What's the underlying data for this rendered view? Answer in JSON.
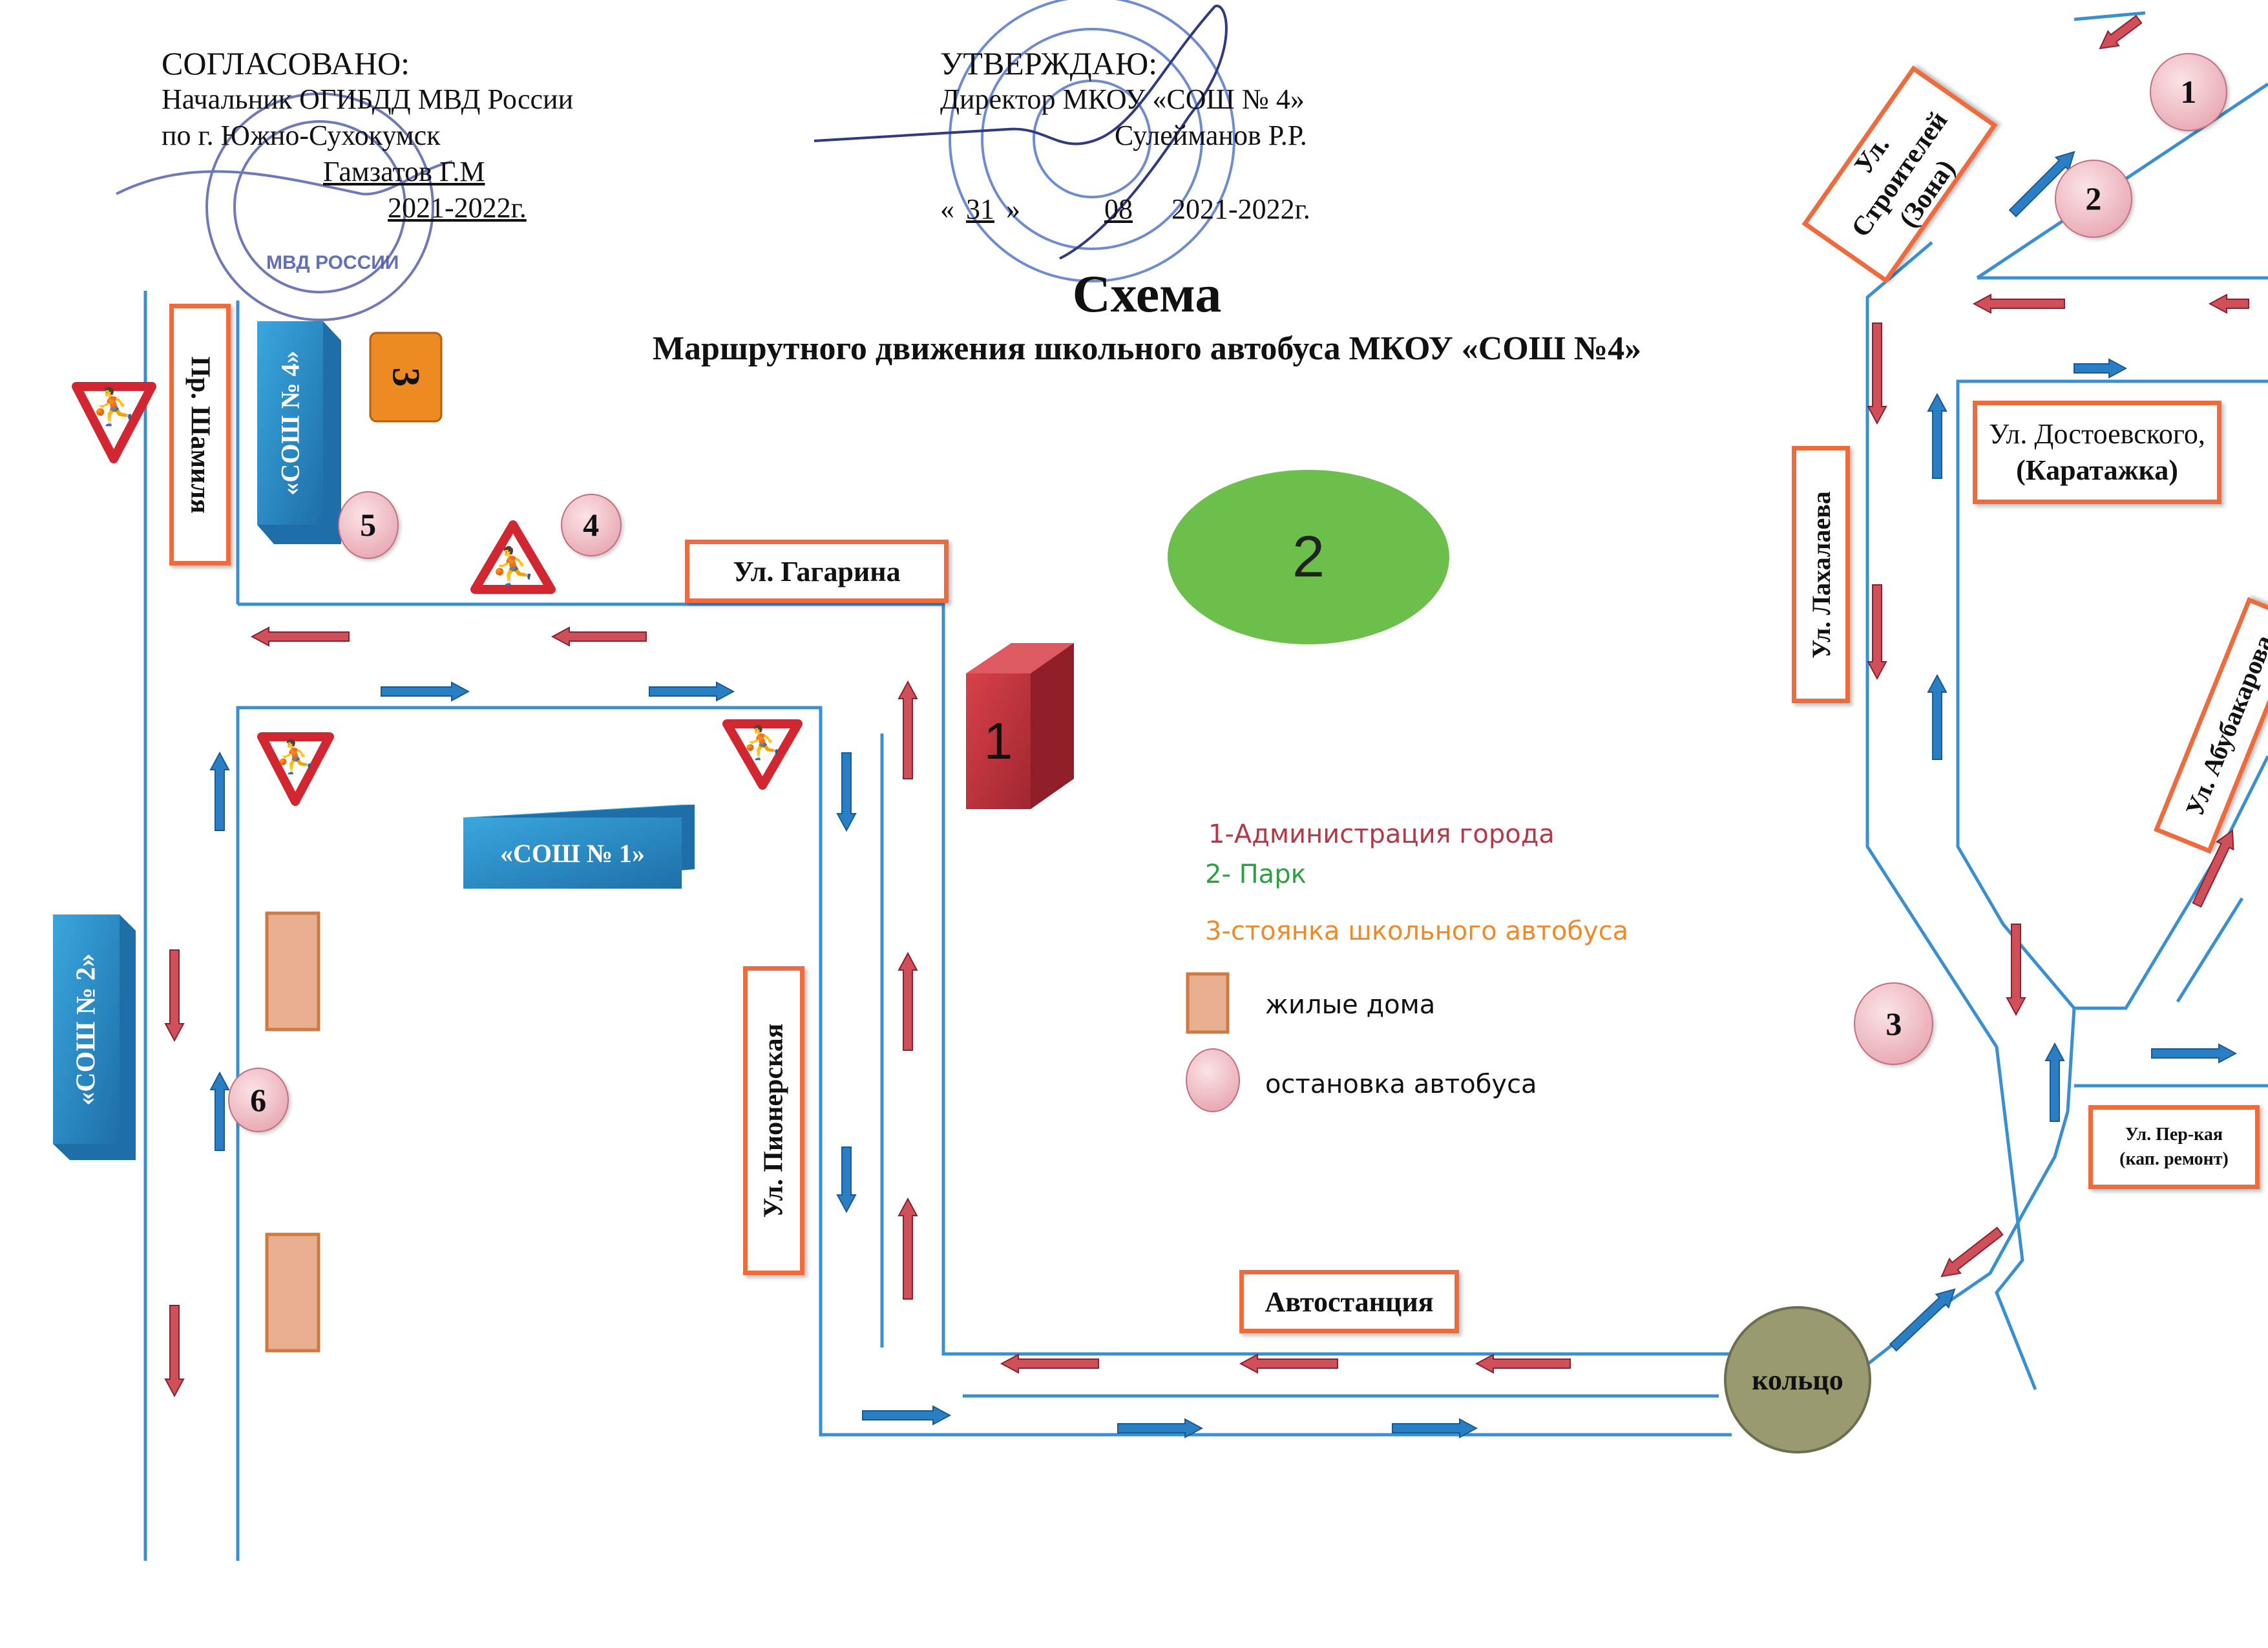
{
  "header": {
    "approved_title": "СОГЛАСОВАНО:",
    "approved_line1": "Начальник ОГИБДД МВД России",
    "approved_line2": "по г. Южно-Сухокумск",
    "approved_name": "Гамзатов Г.М",
    "approved_date": "2021-2022г.",
    "affirm_title": "УТВЕРЖДАЮ:",
    "affirm_line1": "Директор МКОУ «СОШ № 4»",
    "affirm_name": "Сулейманов  Р.Р.",
    "affirm_date_prefix": "«",
    "affirm_day": "31",
    "affirm_mid": "»",
    "affirm_month": "08",
    "affirm_date": "2021-2022г."
  },
  "seal_left_text": "МВД РОССИИ",
  "title": "Схема",
  "subtitle": "Маршрутного движения школьного автобуса МКОУ «СОШ №4»",
  "streets": {
    "shamil": "Пр. Шамиля",
    "gagarin": "Ул. Гагарина",
    "pioneer": "Ул. Пионерская",
    "bus_station": "Автостанция",
    "lakhalaeva": "Ул. Лахалаева",
    "stroiteley_1": "Ул. Строителей",
    "stroiteley_2": "(Зона)",
    "dostoevsky_1": "Ул. Достоевского,",
    "dostoevsky_2": "(Каратажка)",
    "abubakarova": "Ул. Абубакарова",
    "perekay_1": "Ул. Пер-кая",
    "perekay_2": "(кап. ремонт)"
  },
  "buildings": {
    "school4": "«СОШ № 4»",
    "school1": "«СОШ № 1»",
    "school2": "«СОШ № 2»",
    "admin_num": "1",
    "parking_num": "3",
    "park_num": "2",
    "roundabout": "кольцо"
  },
  "stops": [
    "1",
    "2",
    "3",
    "4",
    "5",
    "6"
  ],
  "legend": {
    "admin": "1-Администрация города",
    "park": "2- Парк",
    "parking": "3-стоянка школьного автобуса",
    "houses": "жилые дома",
    "stop": "остановка автобуса"
  },
  "colors": {
    "road": "#3a8fd0",
    "label_border": "#ee6b3d",
    "arrow_blue": "#2a7fc4",
    "arrow_red": "#d0505a",
    "school_block": "#2d8fc7",
    "admin_block": "#c8323c",
    "parking_block": "#ee8a22",
    "park": "#6dbf4b",
    "stop_fill": "#f0b8c0",
    "house": "#e8b090",
    "roundabout": "#9a9a70",
    "legend_admin": "#b23a46",
    "legend_park": "#2f9e44",
    "legend_parking": "#ef8a2a"
  },
  "icons": [
    "children-crossing-sign-icon",
    "arrow-icon",
    "seal-icon",
    "signature-icon"
  ]
}
